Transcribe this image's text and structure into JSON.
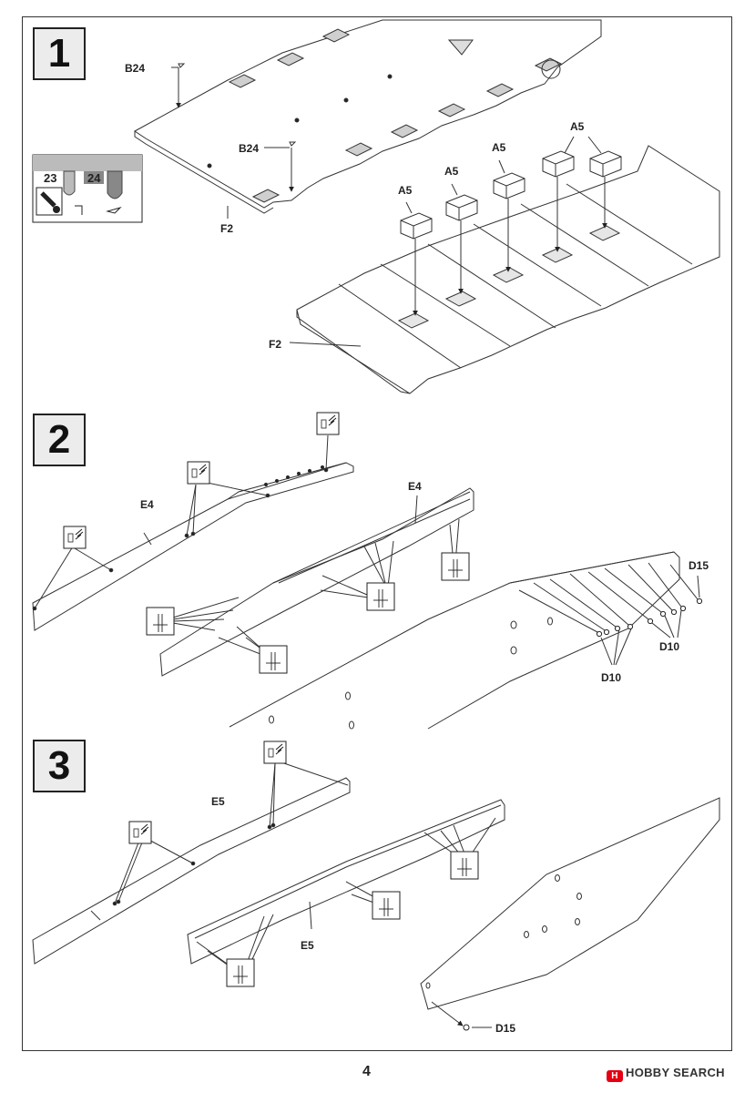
{
  "steps": [
    {
      "number": "1"
    },
    {
      "number": "2"
    },
    {
      "number": "3"
    }
  ],
  "parts": {
    "b24": "B24",
    "f2": "F2",
    "a5": "A5",
    "e4": "E4",
    "e5": "E5",
    "d10": "D10",
    "d15": "D15"
  },
  "sprue_detail": {
    "left": "23",
    "right": "24"
  },
  "page_number": "4",
  "watermark": "HOBBY SEARCH"
}
